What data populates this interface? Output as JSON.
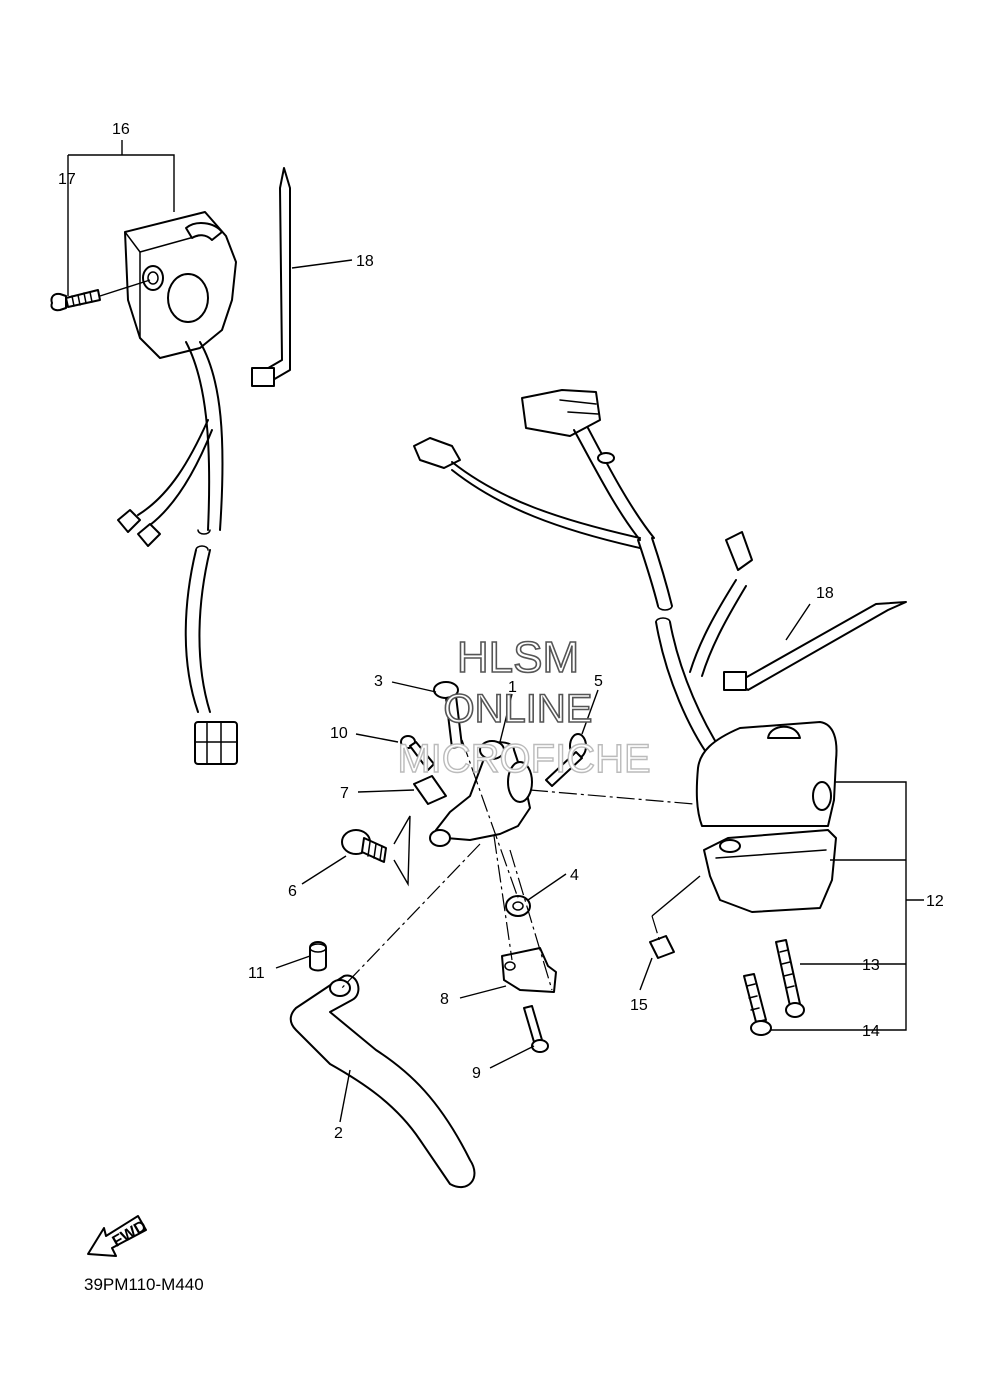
{
  "callouts": {
    "c1": "1",
    "c2": "2",
    "c3": "3",
    "c4": "4",
    "c5": "5",
    "c6": "6",
    "c7": "7",
    "c8": "8",
    "c9": "9",
    "c10": "10",
    "c11": "11",
    "c12": "12",
    "c13": "13",
    "c14": "14",
    "c15": "15",
    "c16": "16",
    "c17": "17",
    "c18a": "18",
    "c18b": "18"
  },
  "watermark": {
    "line1": "HLSM",
    "line2": "ONLINE",
    "line3": "MICROFICHE"
  },
  "fwd_label": "FWD",
  "diagram_code": "39PM110-M440"
}
